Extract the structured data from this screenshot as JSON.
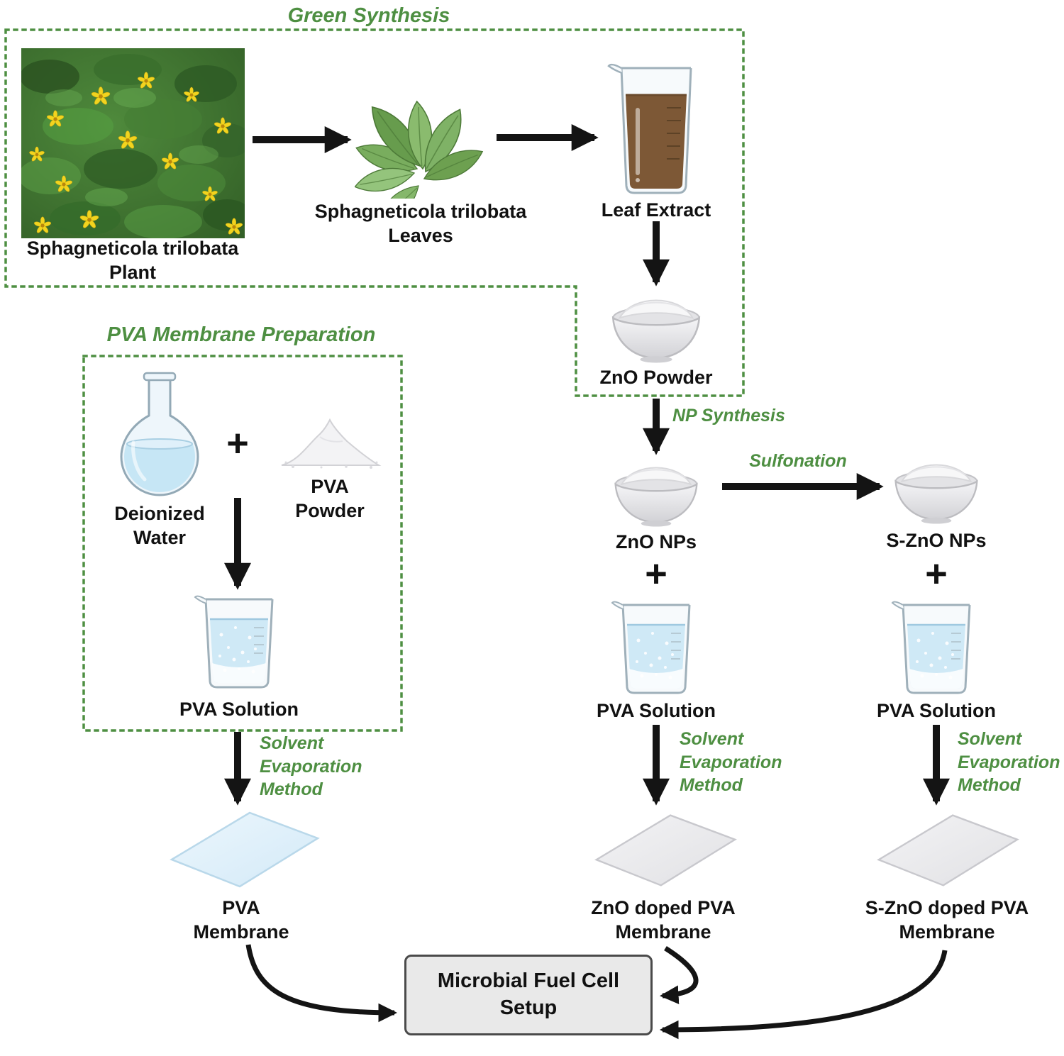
{
  "colors": {
    "accent_green": "#4e8f42",
    "arrow_black": "#141414",
    "leaf_extract_brown": "#7d5836",
    "pva_solution_blue": "#cfe9f6",
    "membrane_blue": "#e1f1fb",
    "membrane_gray": "#ececee",
    "mfc_box_bg": "#e9e9e9"
  },
  "green_synthesis": {
    "title": "Green Synthesis",
    "plant_caption": "Sphagneticola trilobata\nPlant",
    "leaves_caption": "Sphagneticola trilobata\nLeaves",
    "leaf_extract_caption": "Leaf Extract",
    "zno_powder_caption": "ZnO Powder"
  },
  "np_synthesis": {
    "arrow_label": "NP Synthesis",
    "sulfonation_label": "Sulfonation",
    "zno_nps_caption": "ZnO NPs",
    "szno_nps_caption": "S-ZnO NPs",
    "plus": "+",
    "pva_solution_caption": "PVA Solution",
    "solvent_method_label": "Solvent\nEvaporation\nMethod",
    "zno_membrane_caption": "ZnO doped PVA\nMembrane",
    "szno_membrane_caption": "S-ZnO doped PVA\nMembrane"
  },
  "pva_preparation": {
    "title": "PVA Membrane Preparation",
    "deionized_water_caption": "Deionized\nWater",
    "plus": "+",
    "pva_powder_caption": "PVA\nPowder",
    "pva_solution_caption": "PVA Solution",
    "solvent_method_label": "Solvent\nEvaporation\nMethod",
    "pva_membrane_caption": "PVA\nMembrane"
  },
  "mfc": {
    "label": "Microbial Fuel Cell\nSetup"
  }
}
